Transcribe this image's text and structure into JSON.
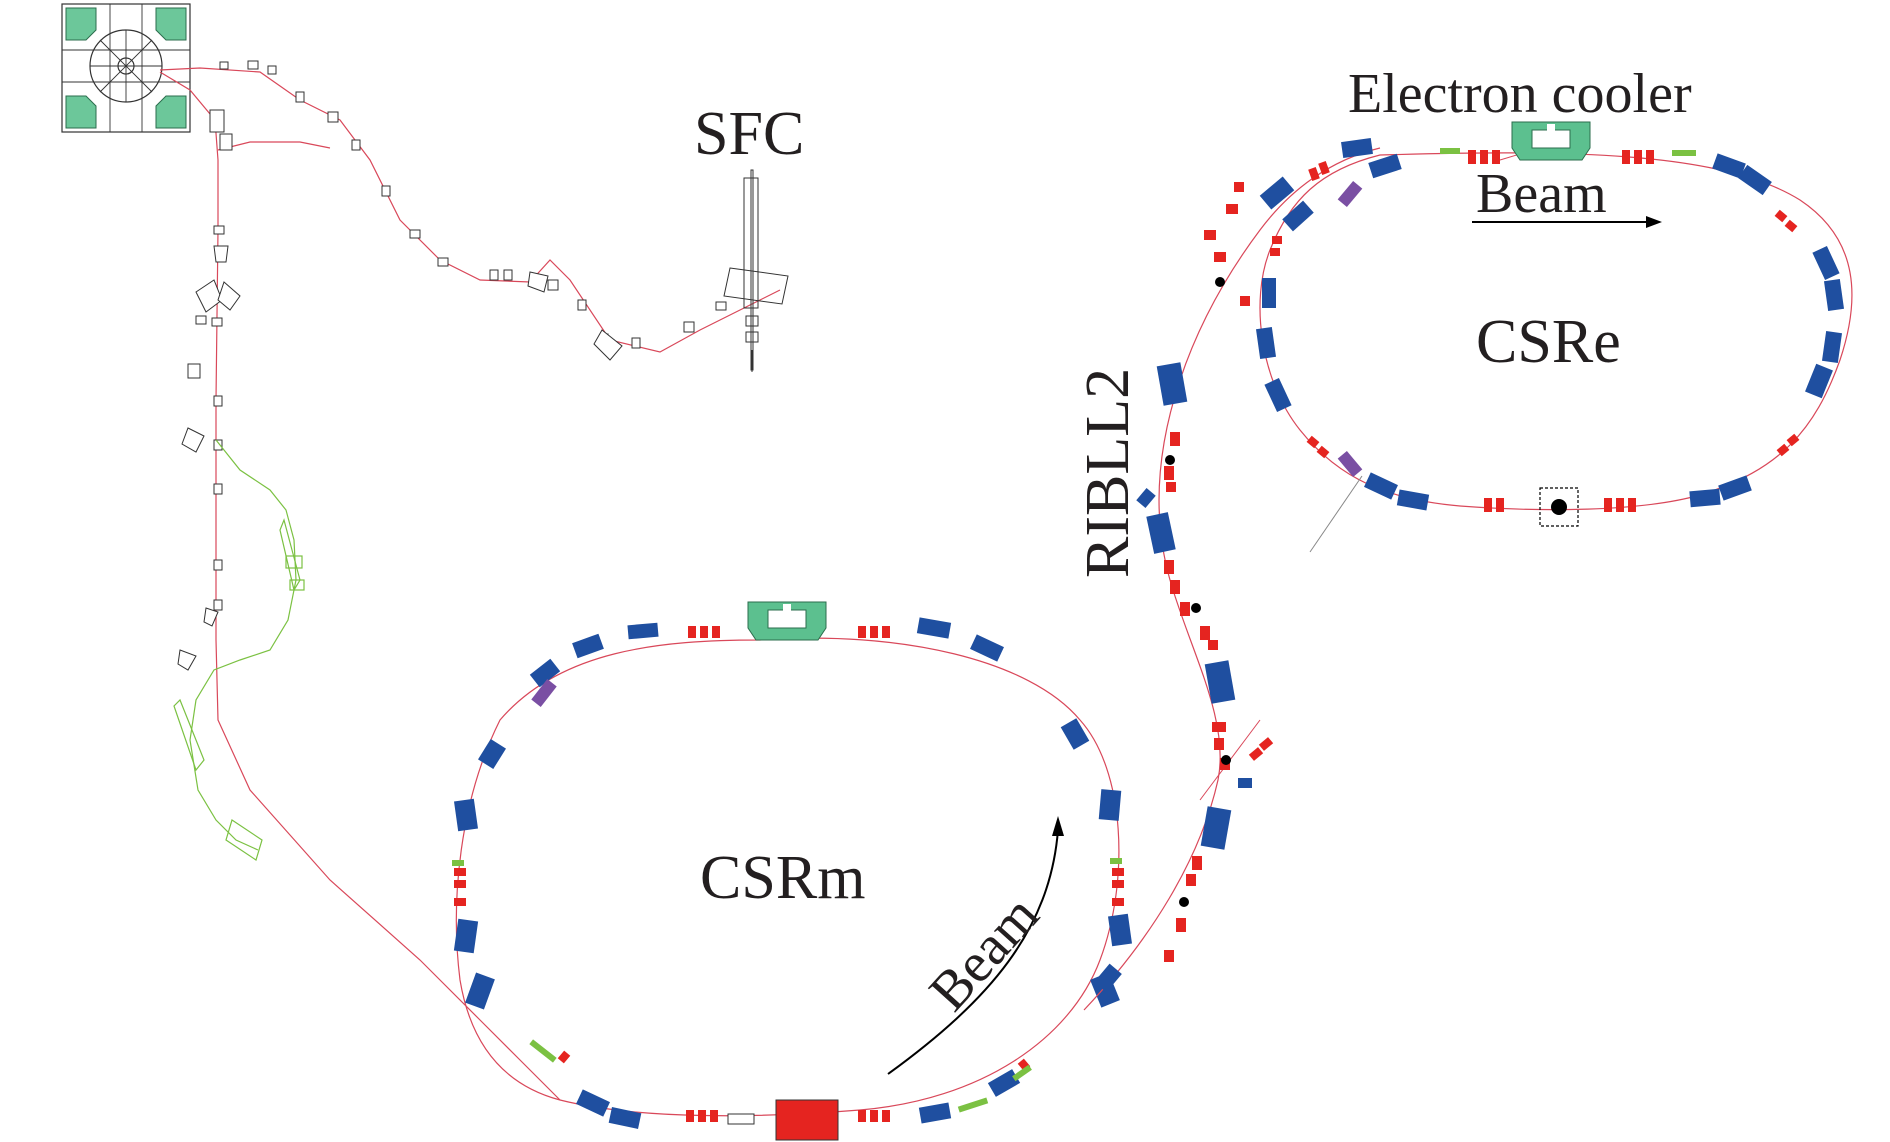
{
  "labels": {
    "sfc": "SFC",
    "electron_cooler": "Electron cooler",
    "beam_top": "Beam",
    "csre": "CSRe",
    "ribll2": "RIBLL2",
    "csrm": "CSRm",
    "beam_bottom": "Beam"
  },
  "colors": {
    "beamline": "#d9485a",
    "dipole": "#1f4fa0",
    "quadrupole": "#e52420",
    "cooler": "#5cc08f",
    "sextupole": "#7bc142",
    "kicker": "#7a4fa3",
    "injection_line": "#7bc142",
    "outline": "#333333",
    "text": "#231f20"
  }
}
